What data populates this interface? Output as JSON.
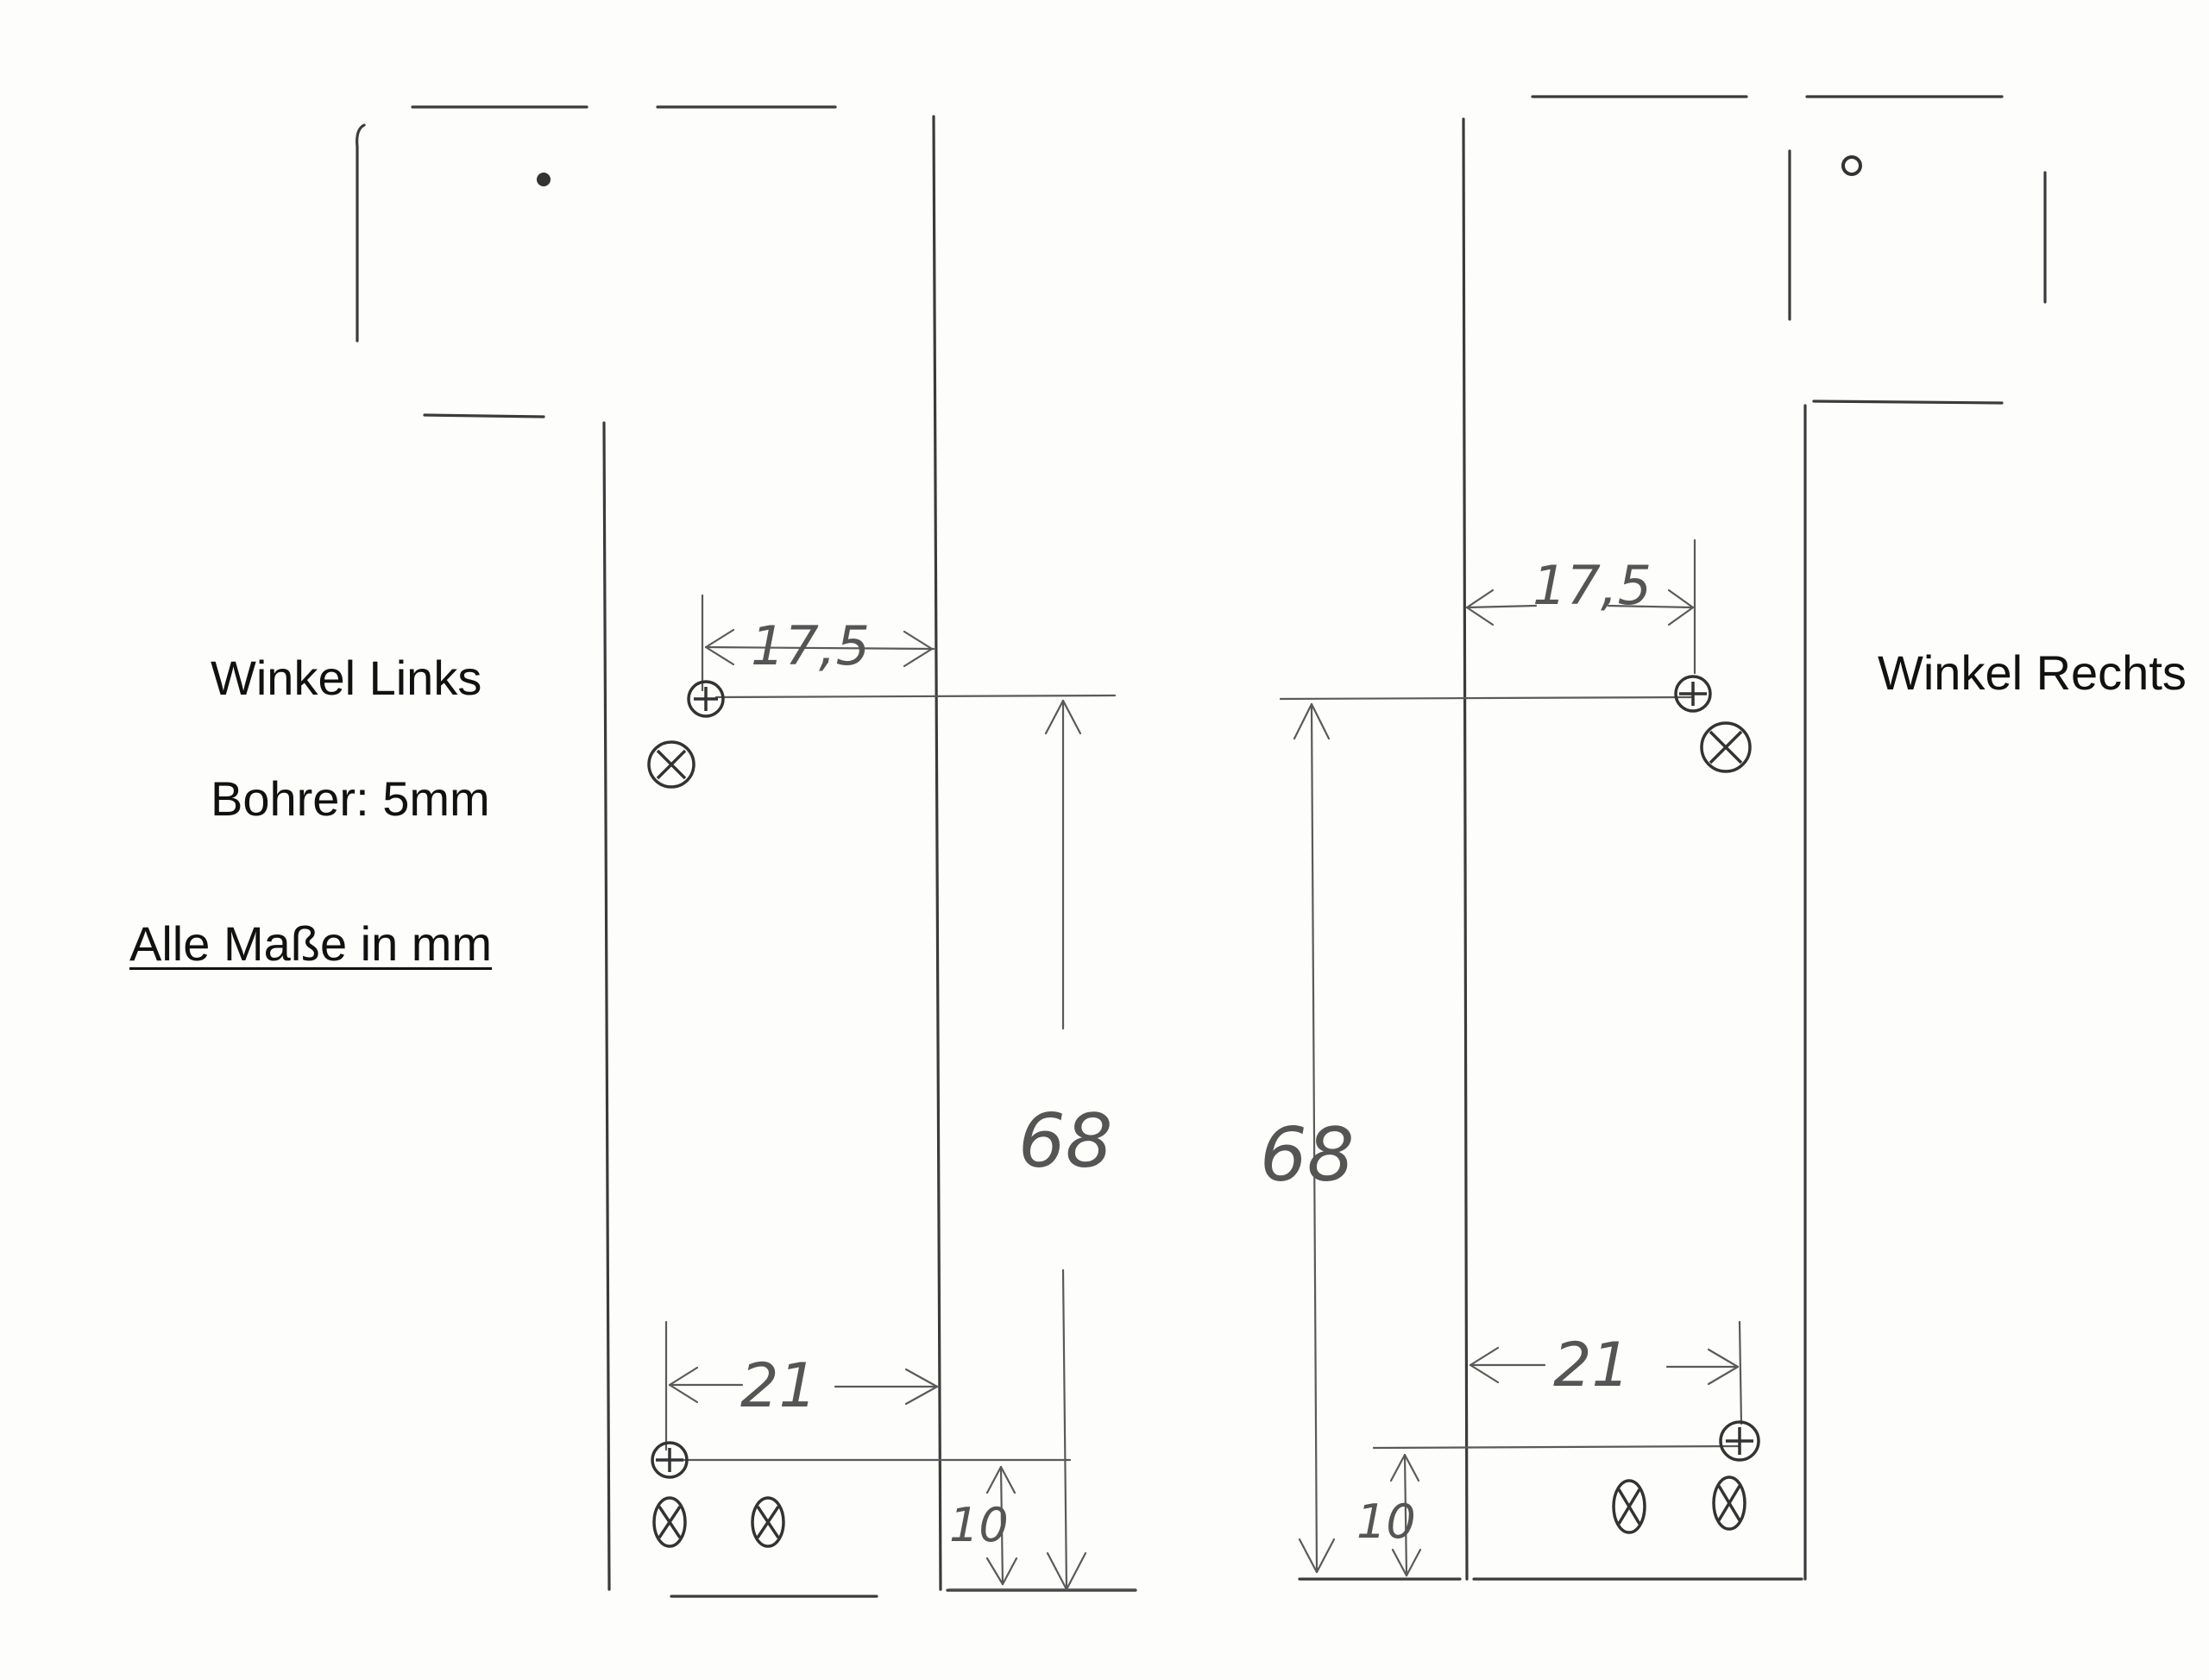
{
  "labels": {
    "left_title": "Winkel Links",
    "drill": "Bohrer: 5mm",
    "units": "Alle Maße in mm",
    "right_title": "Winkel Rechts"
  },
  "dimensions": {
    "left_top_offset": "17,5",
    "left_height": "68",
    "left_bottom_offset": "21",
    "left_bottom_margin": "10",
    "right_top_offset": "17,5",
    "right_height": "68",
    "right_bottom_offset": "21",
    "right_bottom_margin": "10"
  },
  "icons": {
    "countersunk_hole": "crosshair-circle-icon",
    "slot_hole": "x-oval-icon"
  }
}
